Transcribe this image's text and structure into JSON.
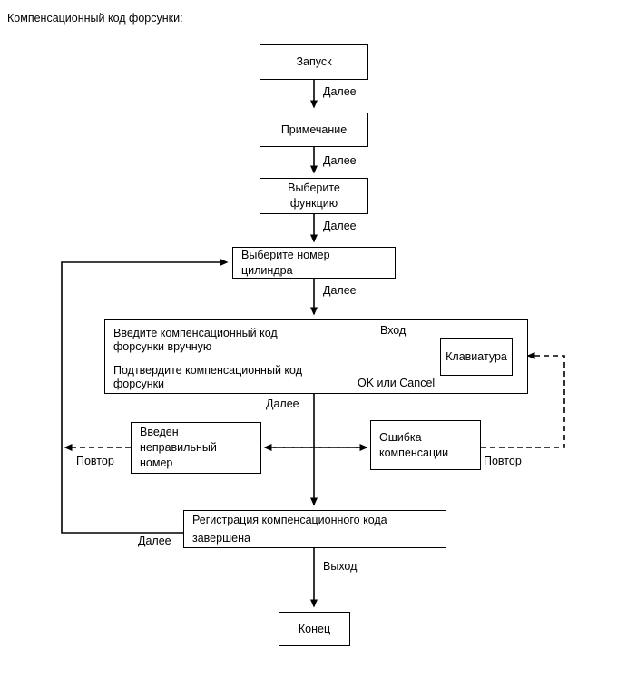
{
  "caption": "Компенсационный код форсунки:",
  "diagram": {
    "type": "flowchart",
    "orientation": "top-to-bottom",
    "nodes": [
      {
        "id": "start",
        "label": "Запуск"
      },
      {
        "id": "note",
        "label": "Примечание"
      },
      {
        "id": "function",
        "label_line1": "Выберите",
        "label_line2": "функцию"
      },
      {
        "id": "cylinder",
        "label_line1": "Выберите номер",
        "label_line2": "цилиндра"
      },
      {
        "id": "entry",
        "para1_line1": "Введите компенсационный код",
        "para1_line2": "форсунки вручную",
        "para2_line1": "Подтвердите компенсационный код",
        "para2_line2": "форсунки"
      },
      {
        "id": "keyboard",
        "label": "Клавиатура"
      },
      {
        "id": "wrongnum",
        "label_line1": "Введен",
        "label_line2": "неправильный",
        "label_line3": "номер"
      },
      {
        "id": "comperr",
        "label_line1": "Ошибка",
        "label_line2": "компенсации"
      },
      {
        "id": "registered",
        "label_line1": "Регистрация компенсационного кода",
        "label_line2": "завершена"
      },
      {
        "id": "end",
        "label": "Конец"
      }
    ],
    "edge_labels": {
      "start_to_note": "Далее",
      "note_to_function": "Далее",
      "function_to_cylinder": "Далее",
      "cylinder_to_entry": "Далее",
      "entry_to_registered": "Далее",
      "keyboard_in": "Вход",
      "keyboard_out": "OK или Cancel",
      "wrongnum_retry": "Повтор",
      "comperr_retry": "Повтор",
      "registered_loopback": "Далее",
      "registered_to_end": "Выход"
    },
    "colors": {
      "stroke": "#000000",
      "fill": "#ffffff",
      "text": "#000000"
    }
  }
}
